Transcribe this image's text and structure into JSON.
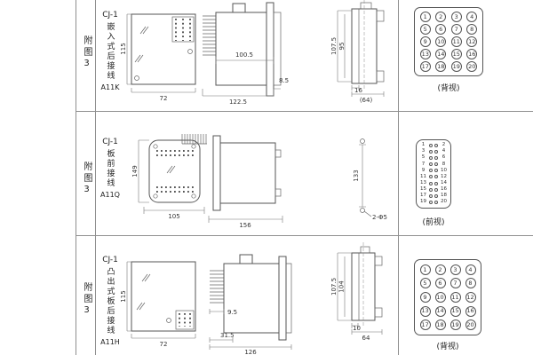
{
  "page": {
    "background": "#ffffff",
    "line_color": "#555555"
  },
  "rows": [
    {
      "fig_label": "附图3",
      "model": "CJ-1",
      "desc": "嵌入式后接线",
      "code": "A11K",
      "dims": [
        "115",
        "72",
        "100.5",
        "122.5",
        "8.5",
        "107.5",
        "95",
        "16",
        "(64)"
      ],
      "terminal_view": {
        "caption": "(背视)",
        "numbers": [
          "1",
          "2",
          "3",
          "4",
          "5",
          "6",
          "7",
          "8",
          "9",
          "10",
          "11",
          "12",
          "13",
          "14",
          "15",
          "16",
          "17",
          "18",
          "19",
          "20"
        ]
      }
    },
    {
      "fig_label": "附图3",
      "model": "CJ-1",
      "desc": "板前接线",
      "code": "A11Q",
      "dims": [
        "149",
        "105",
        "156",
        "133",
        "2-Φ5"
      ],
      "terminal_view": {
        "caption": "(前视)",
        "pairs": [
          {
            "l": "1",
            "r": "2"
          },
          {
            "l": "3",
            "r": "4"
          },
          {
            "l": "5",
            "r": "6"
          },
          {
            "l": "7",
            "r": "8"
          },
          {
            "l": "9",
            "r": "10"
          },
          {
            "l": "11",
            "r": "12"
          },
          {
            "l": "13",
            "r": "14"
          },
          {
            "l": "15",
            "r": "16"
          },
          {
            "l": "17",
            "r": "18"
          },
          {
            "l": "19",
            "r": "20"
          }
        ]
      }
    },
    {
      "fig_label": "附图3",
      "model": "CJ-1",
      "desc": "凸出式板后接线",
      "code": "A11H",
      "dims": [
        "115",
        "72",
        "9.5",
        "31.5",
        "126",
        "107.5",
        "104",
        "10",
        "64"
      ],
      "terminal_view": {
        "caption": "(背视)",
        "numbers": [
          "1",
          "2",
          "3",
          "4",
          "5",
          "6",
          "7",
          "8",
          "9",
          "10",
          "11",
          "12",
          "13",
          "14",
          "15",
          "16",
          "17",
          "18",
          "19",
          "20"
        ]
      }
    }
  ]
}
